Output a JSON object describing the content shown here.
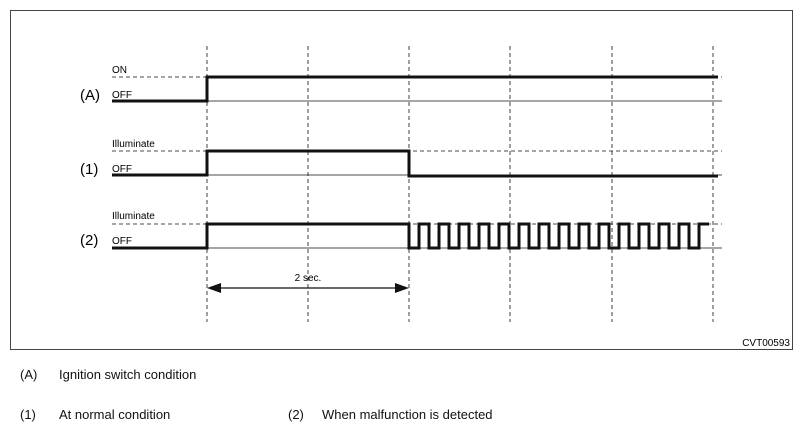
{
  "signals": [
    {
      "id": "A",
      "row_label": "(A)",
      "high_label": "ON",
      "low_label": "OFF",
      "description": "Ignition switch condition"
    },
    {
      "id": "1",
      "row_label": "(1)",
      "high_label": "Illuminate",
      "low_label": "OFF",
      "description": "At normal condition"
    },
    {
      "id": "2",
      "row_label": "(2)",
      "high_label": "Illuminate",
      "low_label": "OFF",
      "description": "When malfunction is detected"
    }
  ],
  "interval_label": "2 sec.",
  "figure_code": "CVT00593",
  "legend": [
    {
      "key": "(A)",
      "text": "Ignition switch condition"
    },
    {
      "key": "(1)",
      "text": "At normal condition"
    },
    {
      "key": "(2)",
      "text": "When malfunction is detected"
    }
  ],
  "colors": {
    "line": "#111111",
    "frame": "#444444"
  }
}
